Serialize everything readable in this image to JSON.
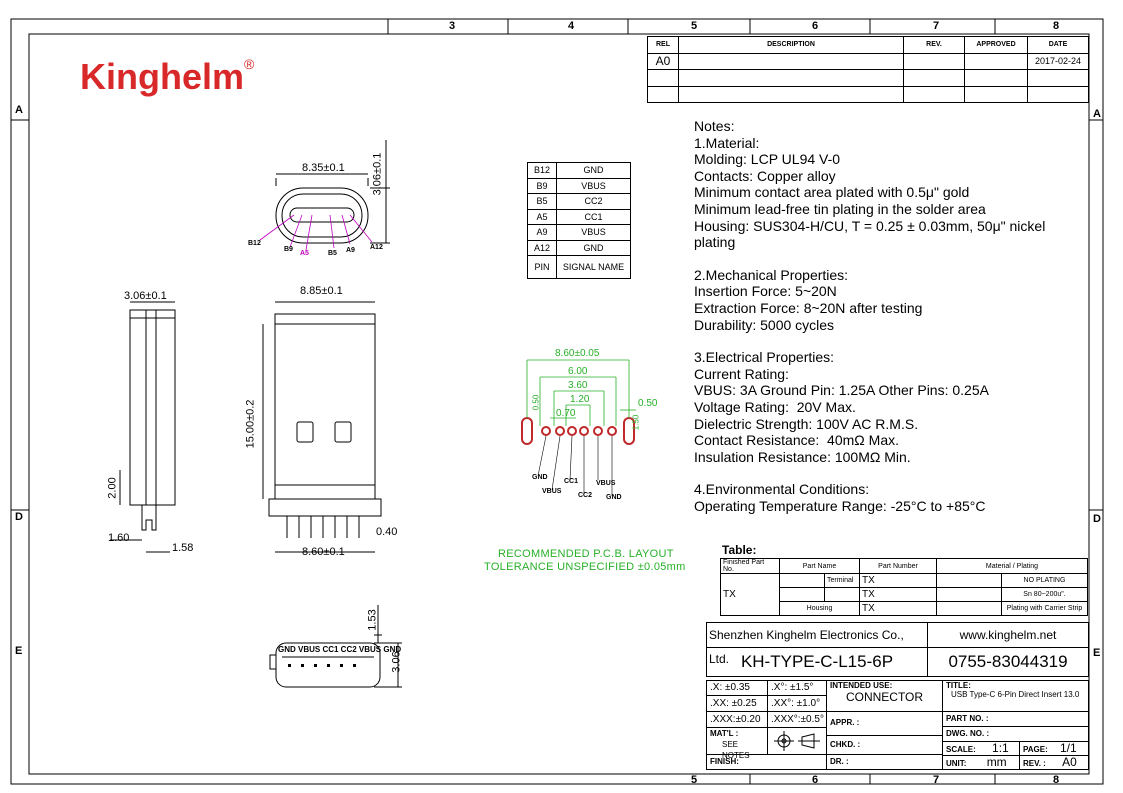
{
  "logo": {
    "text": "Kinghelm",
    "mark": "®",
    "color": "#d8282a"
  },
  "zones": {
    "top": [
      "3",
      "4",
      "5",
      "6",
      "7",
      "8"
    ],
    "bottom": [
      "5",
      "6",
      "7",
      "8"
    ],
    "left": [
      "A",
      "D",
      "E"
    ],
    "right": [
      "A",
      "D",
      "E"
    ]
  },
  "revision_table": {
    "headers": [
      "REL",
      "DESCRIPTION",
      "REV.",
      "APPROVED",
      "DATE"
    ],
    "rows": [
      [
        "A0",
        "",
        "",
        "",
        "2017-02-24"
      ],
      [
        "",
        "",
        "",
        "",
        ""
      ],
      [
        "",
        "",
        "",
        "",
        ""
      ]
    ]
  },
  "pin_table": {
    "rows": [
      [
        "B12",
        "GND"
      ],
      [
        "B9",
        "VBUS"
      ],
      [
        "B5",
        "CC2"
      ],
      [
        "A5",
        "CC1"
      ],
      [
        "A9",
        "VBUS"
      ],
      [
        "A12",
        "GND"
      ],
      [
        "PIN",
        "SIGNAL  NAME"
      ]
    ]
  },
  "front_view": {
    "width_dim": "8.35±0.1",
    "height_dim": "3.06±0.1",
    "pins": [
      "B12",
      "B9",
      "A5",
      "B5",
      "A9",
      "A12"
    ]
  },
  "side_view": {
    "width_dim": "3.06±0.1",
    "dim_2": "2.00",
    "dim_160": "1.60",
    "dim_158": "1.58"
  },
  "top_view": {
    "width_dim": "8.85±0.1",
    "length_dim": "15.00±0.2",
    "bottom_dim": "8.60±0.1",
    "tab_dim": "0.40"
  },
  "pcb_layout": {
    "dims": [
      "8.60±0.05",
      "6.00",
      "3.60",
      "1.20",
      "0.70",
      "0.50",
      "0.50",
      "1.50"
    ],
    "pin_labels": [
      "GND",
      "VBUS",
      "CC1",
      "CC2",
      "VBUS",
      "GND"
    ],
    "caption_1": "RECOMMENDED   P.C.B.  LAYOUT",
    "caption_2": "TOLERANCE  UNSPECIFIED  ±0.05mm"
  },
  "bottom_view": {
    "pin_text": "GND VBUS CC1 CC2 VBUS GND",
    "dim_153": "1.53",
    "dim_306": "3.06"
  },
  "notes": {
    "lines": [
      "Notes:",
      "1.Material:",
      "Molding: LCP UL94 V-0",
      "Contacts: Copper alloy",
      "Minimum contact area plated with 0.5μ\" gold",
      "Minimum lead-free tin plating in the solder area",
      "Housing: SUS304-H/CU, T = 0.25 ± 0.03mm, 50μ\" nickel",
      "plating",
      "",
      "2.Mechanical Properties:",
      "Insertion Force: 5~20N",
      "Extraction Force: 8~20N after testing",
      "Durability: 5000 cycles",
      "",
      "3.Electrical Properties:",
      "Current Rating:",
      "VBUS: 3A Ground Pin: 1.25A Other Pins: 0.25A",
      "Voltage Rating:  20V Max.",
      "Dielectric Strength: 100V AC R.M.S.",
      "Contact Resistance:  40mΩ Max.",
      "Insulation Resistance: 100MΩ Min.",
      "",
      "4.Environmental Conditions:",
      "Operating Temperature Range: -25°C to +85°C"
    ]
  },
  "bom_table": {
    "title": "Table:",
    "headers": [
      "Finished Part No.",
      "Part Name",
      "Part Number",
      "Material / Plating"
    ],
    "finished_part": "TX",
    "rows": [
      [
        "",
        "Terminal",
        "TX",
        "",
        "NO  PLATING"
      ],
      [
        "",
        "",
        "TX",
        "",
        "Sn  80~200u\"."
      ],
      [
        "Housing",
        "",
        "TX",
        "",
        "Plating with Carrier Strip"
      ]
    ]
  },
  "title_block": {
    "company": "Shenzhen Kinghelm Electronics Co., Ltd.",
    "website": "www.kinghelm.net",
    "part_no": "KH-TYPE-C-L15-6P",
    "phone": "0755-83044319",
    "tol_x": ".X:  ±0.35",
    "tol_xa": ".X°:   ±1.5°",
    "tol_xx": ".XX:  ±0.25",
    "tol_xxa": ".XX°:  ±1.0°",
    "tol_xxx": ".XXX:±0.20",
    "tol_xxxa": ".XXX°:±0.5°",
    "mat_label": "MAT'L :",
    "mat_value": "SEE NOTES",
    "finish_label": "FINISH:",
    "intended_label": "INTENDED USE:",
    "intended_value": "CONNECTOR",
    "appr_label": "APPR. :",
    "chkd_label": "CHKD. :",
    "dr_label": "DR. :",
    "title_label": "TITLE:",
    "title_value": "USB Type-C 6-Pin Direct Insert 13.0",
    "partno_label": "PART NO. :",
    "dwg_label": "DWG. NO. :",
    "scale_label": "SCALE:",
    "scale_value": "1:1",
    "page_label": "PAGE:",
    "page_value": "1/1",
    "unit_label": "UNIT:",
    "unit_value": "mm",
    "rev_label": "REV. :",
    "rev_value": "A0"
  }
}
